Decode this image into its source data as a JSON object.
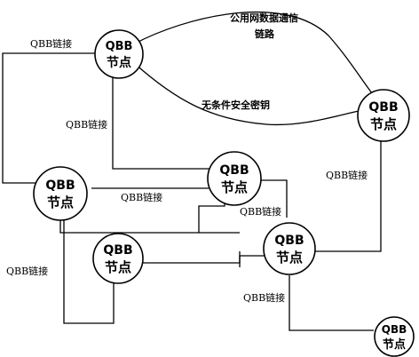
{
  "node_label_line1": "QBB",
  "node_label_line2": "节点",
  "nodes": [
    {
      "id": "n1"
    },
    {
      "id": "n2"
    },
    {
      "id": "n3"
    },
    {
      "id": "n4"
    },
    {
      "id": "n5"
    },
    {
      "id": "n6"
    },
    {
      "id": "n7"
    }
  ],
  "labels": {
    "qbb_link_top_left": "QBB链接",
    "qbb_link_vertical_left": "QBB链接",
    "qbb_link_middle": "QBB链接",
    "qbb_link_center": "QBB链接",
    "qbb_link_right": "QBB链接",
    "qbb_link_bottom_left": "QBB链接",
    "qbb_link_bottom": "QBB链接",
    "public_network_line1": "公用网数据通信",
    "public_network_line2": "链路",
    "unconditional_key": "无条件安全密钥"
  }
}
